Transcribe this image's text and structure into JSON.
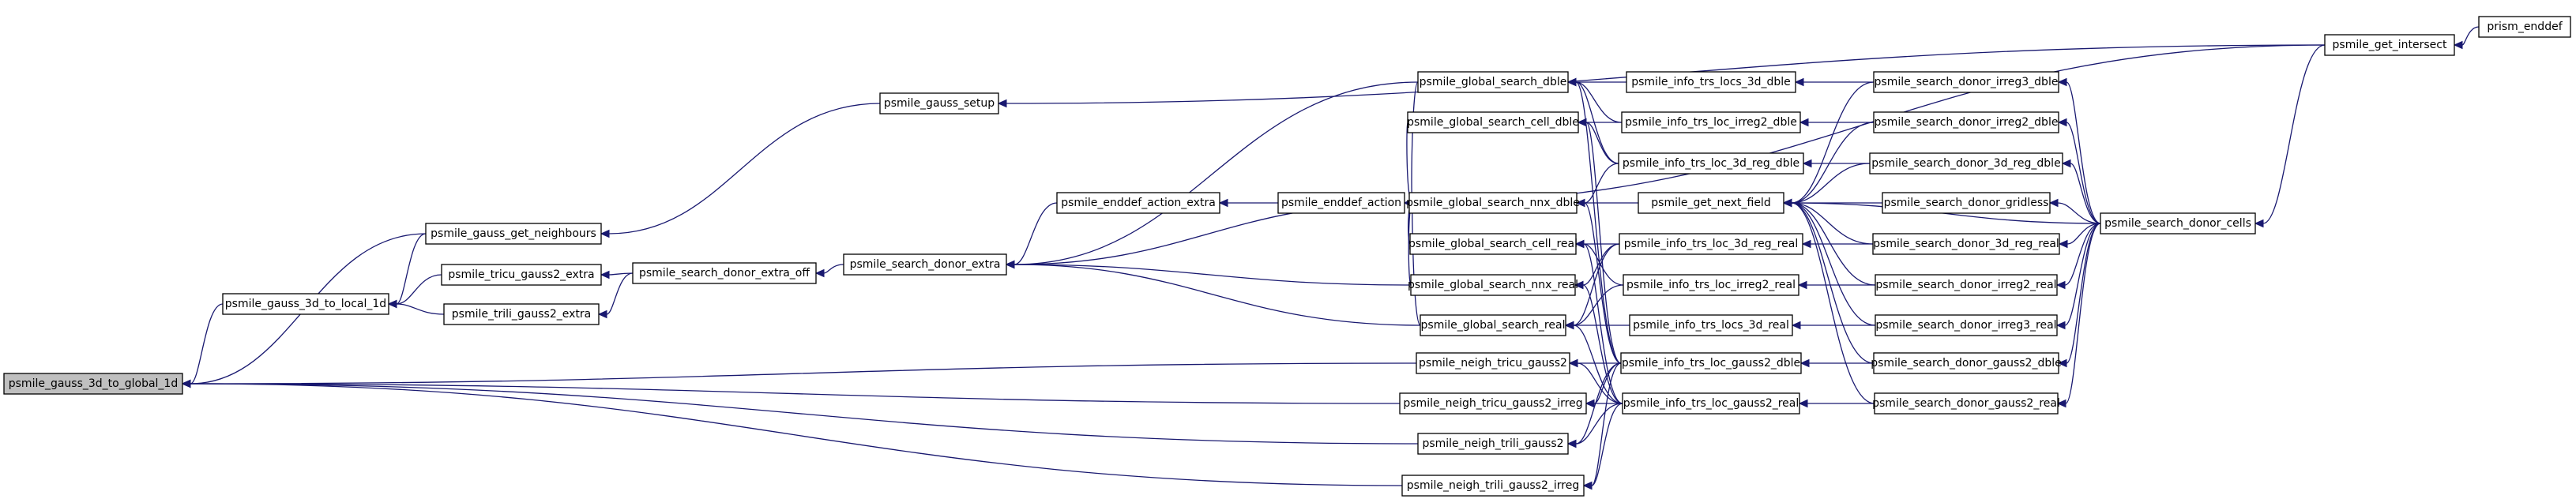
{
  "diagram": {
    "nodes": [
      {
        "id": "g3d_global",
        "label": "psmile_gauss_3d_to_global_1d",
        "highlight": true
      },
      {
        "id": "g3d_local",
        "label": "psmile_gauss_3d_to_local_1d"
      },
      {
        "id": "g_neigh",
        "label": "psmile_gauss_get_neighbours"
      },
      {
        "id": "g_setup",
        "label": "psmile_gauss_setup"
      },
      {
        "id": "tricu_extra",
        "label": "psmile_tricu_gauss2_extra"
      },
      {
        "id": "trili_extra",
        "label": "psmile_trili_gauss2_extra"
      },
      {
        "id": "sd_extra_off",
        "label": "psmile_search_donor_extra_off"
      },
      {
        "id": "sd_extra",
        "label": "psmile_search_donor_extra"
      },
      {
        "id": "ed_extra",
        "label": "psmile_enddef_action_extra"
      },
      {
        "id": "ed_action",
        "label": "psmile_enddef_action"
      },
      {
        "id": "gs_dble",
        "label": "psmile_global_search_dble"
      },
      {
        "id": "gs_cell_dble",
        "label": "psmile_global_search_cell_dble"
      },
      {
        "id": "gs_nnx_dble",
        "label": "psmile_global_search_nnx_dble"
      },
      {
        "id": "gs_cell_real",
        "label": "psmile_global_search_cell_real"
      },
      {
        "id": "gs_nnx_real",
        "label": "psmile_global_search_nnx_real"
      },
      {
        "id": "gs_real",
        "label": "psmile_global_search_real"
      },
      {
        "id": "n_tricu",
        "label": "psmile_neigh_tricu_gauss2"
      },
      {
        "id": "n_tricu_irreg",
        "label": "psmile_neigh_tricu_gauss2_irreg"
      },
      {
        "id": "n_trili",
        "label": "psmile_neigh_trili_gauss2"
      },
      {
        "id": "n_trili_irreg",
        "label": "psmile_neigh_trili_gauss2_irreg"
      },
      {
        "id": "i_locs3d_dble",
        "label": "psmile_info_trs_locs_3d_dble"
      },
      {
        "id": "i_irreg2_dble",
        "label": "psmile_info_trs_loc_irreg2_dble"
      },
      {
        "id": "i_3dreg_dble",
        "label": "psmile_info_trs_loc_3d_reg_dble"
      },
      {
        "id": "get_next",
        "label": "psmile_get_next_field"
      },
      {
        "id": "i_3dreg_real",
        "label": "psmile_info_trs_loc_3d_reg_real"
      },
      {
        "id": "i_irreg2_real",
        "label": "psmile_info_trs_loc_irreg2_real"
      },
      {
        "id": "i_locs3d_real",
        "label": "psmile_info_trs_locs_3d_real"
      },
      {
        "id": "i_g2_dble",
        "label": "psmile_info_trs_loc_gauss2_dble"
      },
      {
        "id": "i_g2_real",
        "label": "psmile_info_trs_loc_gauss2_real"
      },
      {
        "id": "s_irreg3_dble",
        "label": "psmile_search_donor_irreg3_dble"
      },
      {
        "id": "s_irreg2_dble",
        "label": "psmile_search_donor_irreg2_dble"
      },
      {
        "id": "s_3dreg_dble",
        "label": "psmile_search_donor_3d_reg_dble"
      },
      {
        "id": "s_gridless",
        "label": "psmile_search_donor_gridless"
      },
      {
        "id": "s_3dreg_real",
        "label": "psmile_search_donor_3d_reg_real"
      },
      {
        "id": "s_irreg2_real",
        "label": "psmile_search_donor_irreg2_real"
      },
      {
        "id": "s_irreg3_real",
        "label": "psmile_search_donor_irreg3_real"
      },
      {
        "id": "s_g2_dble",
        "label": "psmile_search_donor_gauss2_dble"
      },
      {
        "id": "s_g2_real",
        "label": "psmile_search_donor_gauss2_real"
      },
      {
        "id": "s_cells",
        "label": "psmile_search_donor_cells"
      },
      {
        "id": "get_intersect",
        "label": "psmile_get_intersect"
      },
      {
        "id": "prism_enddef",
        "label": "prism_enddef"
      }
    ],
    "edges": [
      [
        "g3d_local",
        "g3d_global"
      ],
      [
        "g_neigh",
        "g3d_global"
      ],
      [
        "n_tricu",
        "g3d_global"
      ],
      [
        "n_tricu_irreg",
        "g3d_global"
      ],
      [
        "n_trili",
        "g3d_global"
      ],
      [
        "n_trili_irreg",
        "g3d_global"
      ],
      [
        "g_neigh",
        "g3d_local"
      ],
      [
        "tricu_extra",
        "g3d_local"
      ],
      [
        "trili_extra",
        "g3d_local"
      ],
      [
        "g_setup",
        "g_neigh"
      ],
      [
        "sd_extra_off",
        "tricu_extra"
      ],
      [
        "sd_extra_off",
        "trili_extra"
      ],
      [
        "sd_extra",
        "sd_extra_off"
      ],
      [
        "ed_extra",
        "sd_extra"
      ],
      [
        "gs_dble",
        "sd_extra"
      ],
      [
        "gs_nnx_dble",
        "sd_extra"
      ],
      [
        "gs_nnx_real",
        "sd_extra"
      ],
      [
        "gs_real",
        "sd_extra"
      ],
      [
        "ed_action",
        "ed_extra"
      ],
      [
        "gs_dble",
        "ed_action"
      ],
      [
        "gs_cell_dble",
        "ed_action"
      ],
      [
        "gs_nnx_dble",
        "ed_action"
      ],
      [
        "gs_cell_real",
        "ed_action"
      ],
      [
        "gs_nnx_real",
        "ed_action"
      ],
      [
        "gs_real",
        "ed_action"
      ],
      [
        "get_next",
        "ed_action"
      ],
      [
        "get_intersect",
        "ed_action"
      ],
      [
        "get_intersect",
        "g_setup"
      ],
      [
        "i_locs3d_dble",
        "gs_dble"
      ],
      [
        "i_irreg2_dble",
        "gs_dble"
      ],
      [
        "i_3dreg_dble",
        "gs_dble"
      ],
      [
        "i_g2_dble",
        "gs_dble"
      ],
      [
        "i_irreg2_dble",
        "gs_cell_dble"
      ],
      [
        "i_3dreg_dble",
        "gs_cell_dble"
      ],
      [
        "i_g2_dble",
        "gs_cell_dble"
      ],
      [
        "i_3dreg_dble",
        "gs_nnx_dble"
      ],
      [
        "i_g2_dble",
        "gs_nnx_dble"
      ],
      [
        "i_3dreg_real",
        "gs_cell_real"
      ],
      [
        "i_irreg2_real",
        "gs_cell_real"
      ],
      [
        "i_g2_real",
        "gs_cell_real"
      ],
      [
        "i_3dreg_real",
        "gs_nnx_real"
      ],
      [
        "i_g2_real",
        "gs_nnx_real"
      ],
      [
        "i_3dreg_real",
        "gs_real"
      ],
      [
        "i_irreg2_real",
        "gs_real"
      ],
      [
        "i_locs3d_real",
        "gs_real"
      ],
      [
        "i_g2_real",
        "gs_real"
      ],
      [
        "i_g2_dble",
        "n_tricu"
      ],
      [
        "i_g2_real",
        "n_tricu"
      ],
      [
        "i_g2_dble",
        "n_tricu_irreg"
      ],
      [
        "i_g2_real",
        "n_tricu_irreg"
      ],
      [
        "i_g2_dble",
        "n_trili"
      ],
      [
        "i_g2_real",
        "n_trili"
      ],
      [
        "i_g2_dble",
        "n_trili_irreg"
      ],
      [
        "i_g2_real",
        "n_trili_irreg"
      ],
      [
        "s_irreg3_dble",
        "i_locs3d_dble"
      ],
      [
        "s_irreg2_dble",
        "i_irreg2_dble"
      ],
      [
        "s_3dreg_dble",
        "i_3dreg_dble"
      ],
      [
        "s_3dreg_real",
        "i_3dreg_real"
      ],
      [
        "s_irreg2_real",
        "i_irreg2_real"
      ],
      [
        "s_irreg3_real",
        "i_locs3d_real"
      ],
      [
        "s_g2_dble",
        "i_g2_dble"
      ],
      [
        "s_g2_real",
        "i_g2_real"
      ],
      [
        "s_irreg3_dble",
        "get_next"
      ],
      [
        "s_irreg2_dble",
        "get_next"
      ],
      [
        "s_3dreg_dble",
        "get_next"
      ],
      [
        "s_gridless",
        "get_next"
      ],
      [
        "s_3dreg_real",
        "get_next"
      ],
      [
        "s_irreg2_real",
        "get_next"
      ],
      [
        "s_irreg3_real",
        "get_next"
      ],
      [
        "s_g2_dble",
        "get_next"
      ],
      [
        "s_g2_real",
        "get_next"
      ],
      [
        "s_cells",
        "get_next"
      ],
      [
        "s_cells",
        "s_irreg3_dble"
      ],
      [
        "s_cells",
        "s_irreg2_dble"
      ],
      [
        "s_cells",
        "s_3dreg_dble"
      ],
      [
        "s_cells",
        "s_gridless"
      ],
      [
        "s_cells",
        "s_3dreg_real"
      ],
      [
        "s_cells",
        "s_irreg2_real"
      ],
      [
        "s_cells",
        "s_irreg3_real"
      ],
      [
        "s_cells",
        "s_g2_dble"
      ],
      [
        "s_cells",
        "s_g2_real"
      ],
      [
        "get_intersect",
        "s_cells"
      ],
      [
        "prism_enddef",
        "get_intersect"
      ]
    ],
    "colors": {
      "edge": "#191970",
      "node_border": "#000000",
      "node_fill": "#ffffff",
      "highlight_fill": "#bfbfbf"
    }
  }
}
